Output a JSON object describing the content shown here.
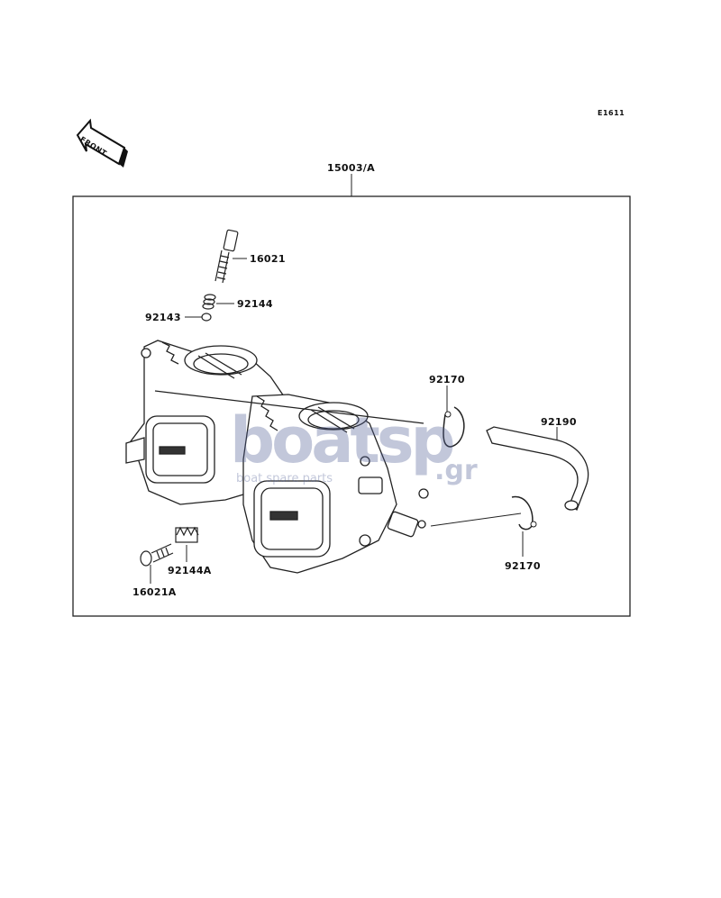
{
  "diagram": {
    "ref_code": "E1611",
    "front_label": "FRONT",
    "assembly_label": "15003/A",
    "parts": {
      "p16021": "16021",
      "p92144": "92144",
      "p92143": "92143",
      "p92170_top": "92170",
      "p92190": "92190",
      "p92170_bottom": "92170",
      "p92144A": "92144A",
      "p16021A": "16021A"
    },
    "watermark": {
      "main": "boatsp",
      "suffix": ".gr",
      "tagline": "boat spare parts"
    }
  }
}
